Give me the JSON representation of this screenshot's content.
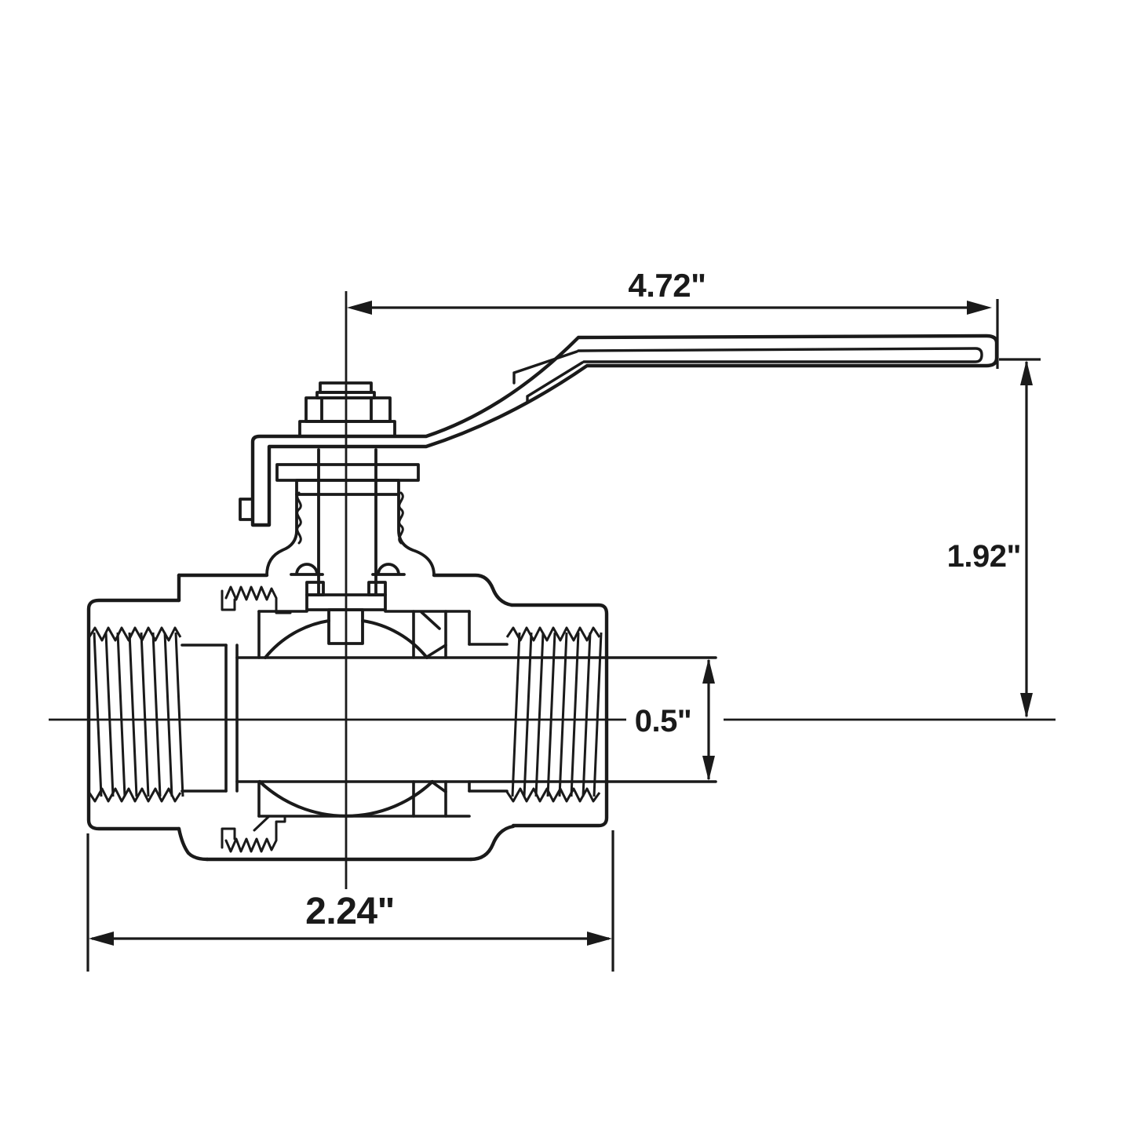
{
  "diagram": {
    "type": "technical-drawing",
    "subject": "Ball valve cross-section with lever handle",
    "background_color": "#ffffff",
    "line_color": "#1a1a1a",
    "dimensions": {
      "handle_length": "4.72\"",
      "height": "1.92\"",
      "port_diameter": "0.5\"",
      "body_length": "2.24\""
    }
  }
}
